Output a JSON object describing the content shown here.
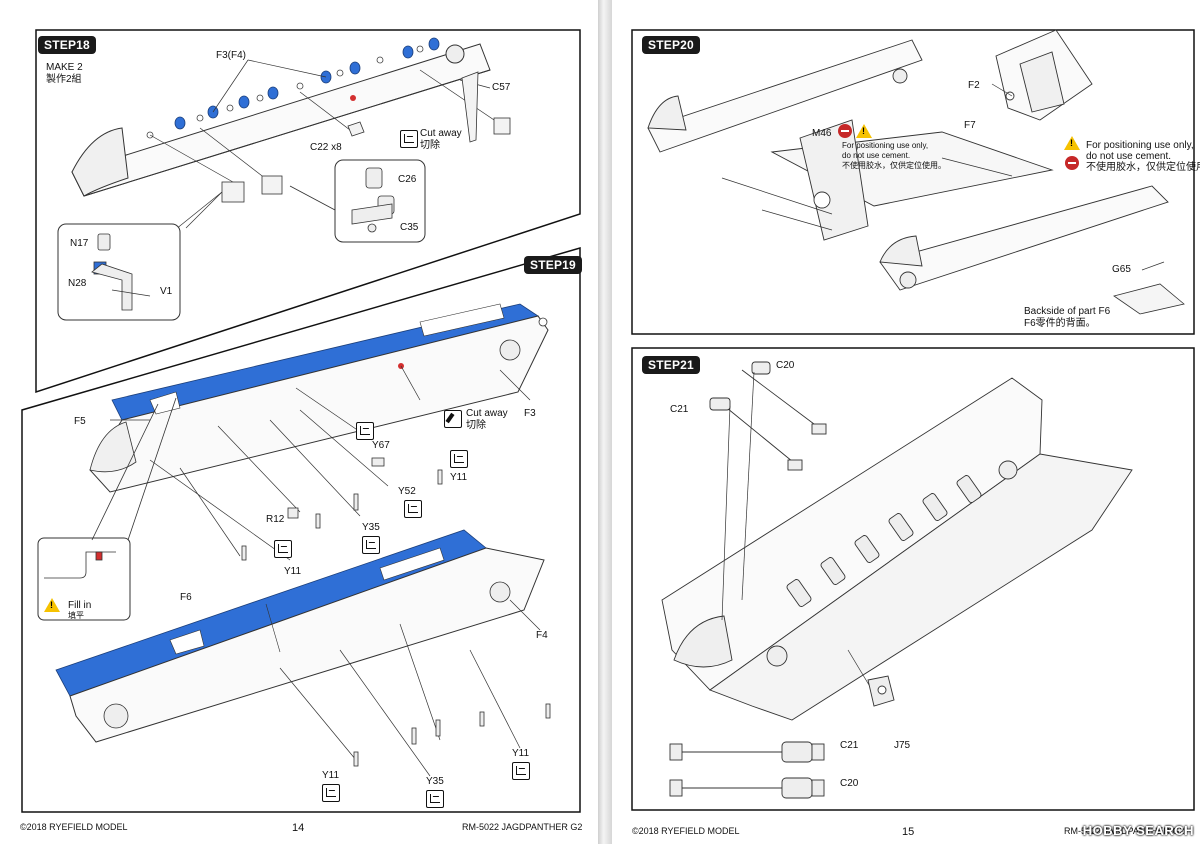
{
  "left_page": {
    "footer_left": "©2018 RYEFIELD MODEL",
    "page_number": "14",
    "footer_right": "RM-5022 JAGDPANTHER G2",
    "step18": {
      "label": "STEP18",
      "make": "MAKE 2",
      "make_cn": "製作2組",
      "parts": {
        "f3f4": "F3(F4)",
        "c57": "C57",
        "c22": "C22 x8",
        "c26": "C26",
        "c35": "C35",
        "n17": "N17",
        "n28": "N28",
        "v1": "V1"
      },
      "cut_away": "Cut away",
      "cut_away_cn": "切除"
    },
    "step19": {
      "label": "STEP19",
      "parts": {
        "f5": "F5",
        "f3": "F3",
        "y67": "Y67",
        "y11_a": "Y11",
        "y52": "Y52",
        "r12": "R12",
        "y35_a": "Y35",
        "y11_b": "Y11",
        "f6": "F6",
        "f4": "F4",
        "y11_c": "Y11",
        "y35_b": "Y35",
        "y11_d": "Y11"
      },
      "cut_away": "Cut away",
      "cut_away_cn": "切除",
      "fill_in": "Fill in",
      "fill_in_cn": "填平"
    }
  },
  "right_page": {
    "footer_left": "©2018 RYEFIELD MODEL",
    "page_number": "15",
    "footer_right": "RM-5022 JAGDPANTHER G2",
    "watermark": "HOBBY SEARCH",
    "step20": {
      "label": "STEP20",
      "parts": {
        "f2": "F2",
        "f7": "F7",
        "m46": "M46",
        "g65": "G65"
      },
      "note_small_1": "For positioning use only,",
      "note_small_2": "do not use cement.",
      "note_small_cn": "不使用胶水，仅供定位使用。",
      "note_large_1": "For positioning use only,",
      "note_large_2": "do not use cement.",
      "note_large_cn": "不使用胶水，仅供定位使用。",
      "backside_1": "Backside of part F6",
      "backside_cn": "F6零件的背面。"
    },
    "step21": {
      "label": "STEP21",
      "parts": {
        "c20_top": "C20",
        "c21_top": "C21",
        "j75": "J75",
        "c21_bottom": "C21",
        "c20_bottom": "C20"
      }
    }
  },
  "colors": {
    "highlight_blue": "#2f6fd6",
    "warning_yellow": "#f6c200",
    "step_black": "#1a1a1a"
  }
}
